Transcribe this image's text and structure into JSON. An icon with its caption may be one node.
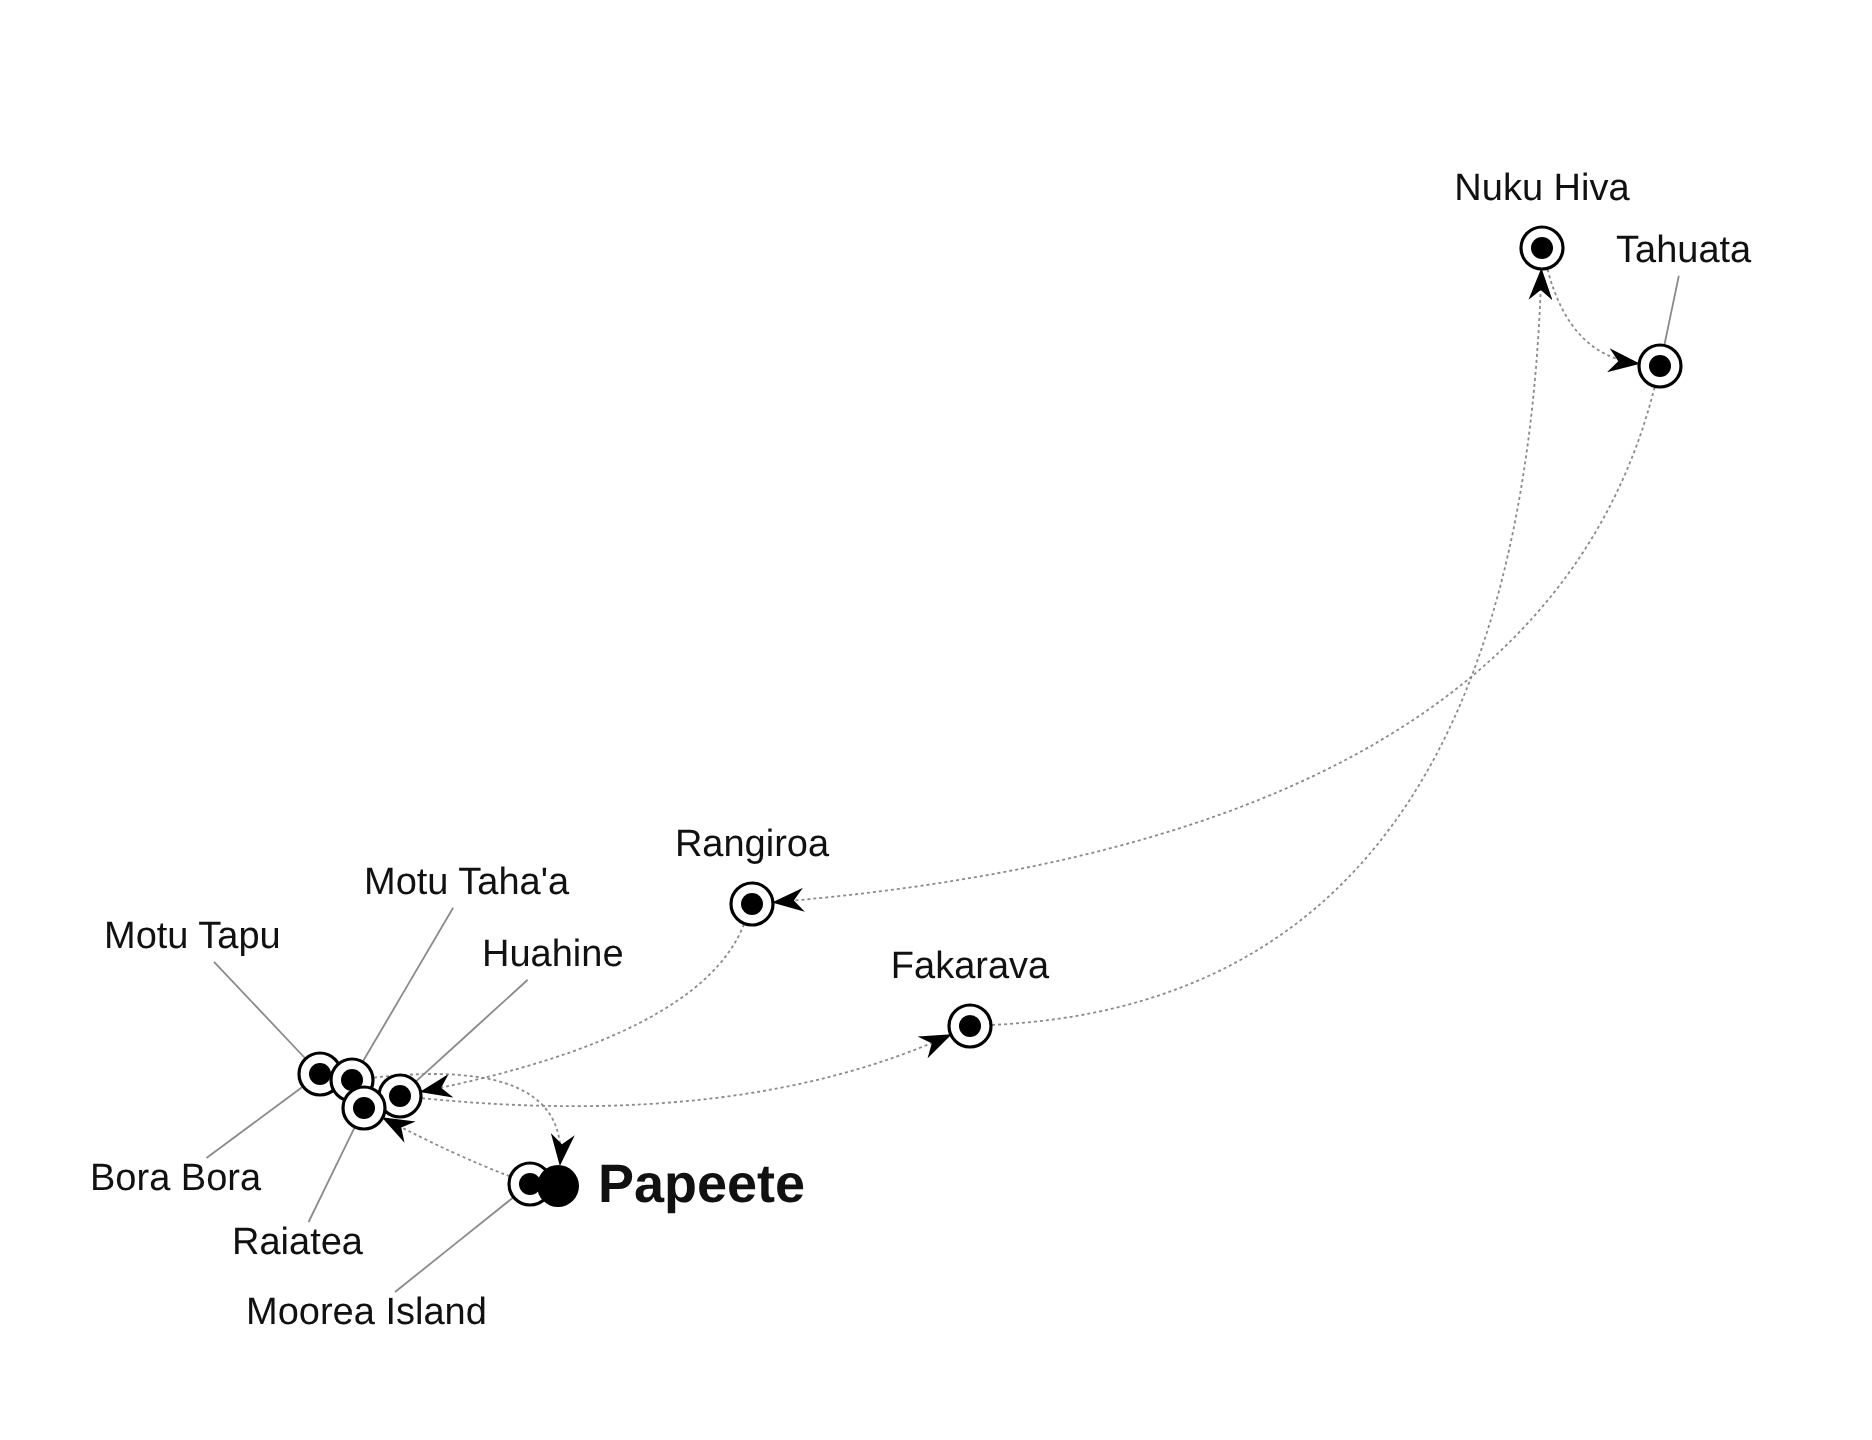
{
  "diagram": {
    "nodes": [
      {
        "text": [
          "Nuku Hiva"
        ]
      },
      {
        "text": [
          "Tahuata"
        ]
      },
      {
        "text": [],
        "shape": "circle"
      },
      {
        "text": [
          "Rangiroa"
        ]
      },
      {
        "text": [
          "Fakarava"
        ]
      },
      {
        "text": [
          "Motu Taha'a"
        ]
      },
      {
        "text": [
          "Motu Tapu"
        ]
      },
      {
        "text": [
          "Huahine"
        ]
      },
      {
        "text": [],
        "shape": "circle"
      },
      {
        "text": [],
        "shape": "circle"
      },
      {
        "text": [],
        "shape": "circle"
      },
      {
        "text": [],
        "shape": "circle"
      },
      {
        "text": [],
        "shape": "circle"
      },
      {
        "text": [
          "Papeete"
        ]
      },
      {
        "text": [
          "Bora Bora"
        ]
      },
      {
        "text": [
          "Raiatea"
        ]
      },
      {
        "text": [
          "Moorea Island"
        ]
      }
    ],
    "edges": [
      {
        "from": 12,
        "to": 11,
        "arrow": "to",
        "style": "dashed"
      },
      {
        "from": 10,
        "to": 4,
        "arrow": "to",
        "style": "dashed"
      },
      {
        "from": 4,
        "to": 0,
        "arrow": "to",
        "style": "dashed"
      },
      {
        "from": 0,
        "to": 2,
        "arrow": "to",
        "style": "dashed"
      },
      {
        "from": 2,
        "to": 3,
        "arrow": "to",
        "style": "dashed"
      },
      {
        "from": 3,
        "to": 10,
        "arrow": "to",
        "style": "dashed"
      },
      {
        "from": 9,
        "to": 13,
        "arrow": "to",
        "style": "dashed"
      },
      {
        "from": 1,
        "to": 2,
        "arrow": "none"
      },
      {
        "from": 5,
        "to": 9,
        "arrow": "none"
      },
      {
        "from": 6,
        "to": 8,
        "arrow": "none"
      },
      {
        "from": 7,
        "to": 10,
        "arrow": "none"
      },
      {
        "from": 14,
        "to": 8,
        "arrow": "none"
      },
      {
        "from": 15,
        "to": 11,
        "arrow": "none"
      },
      {
        "from": 16,
        "to": 12,
        "arrow": "none"
      }
    ]
  }
}
